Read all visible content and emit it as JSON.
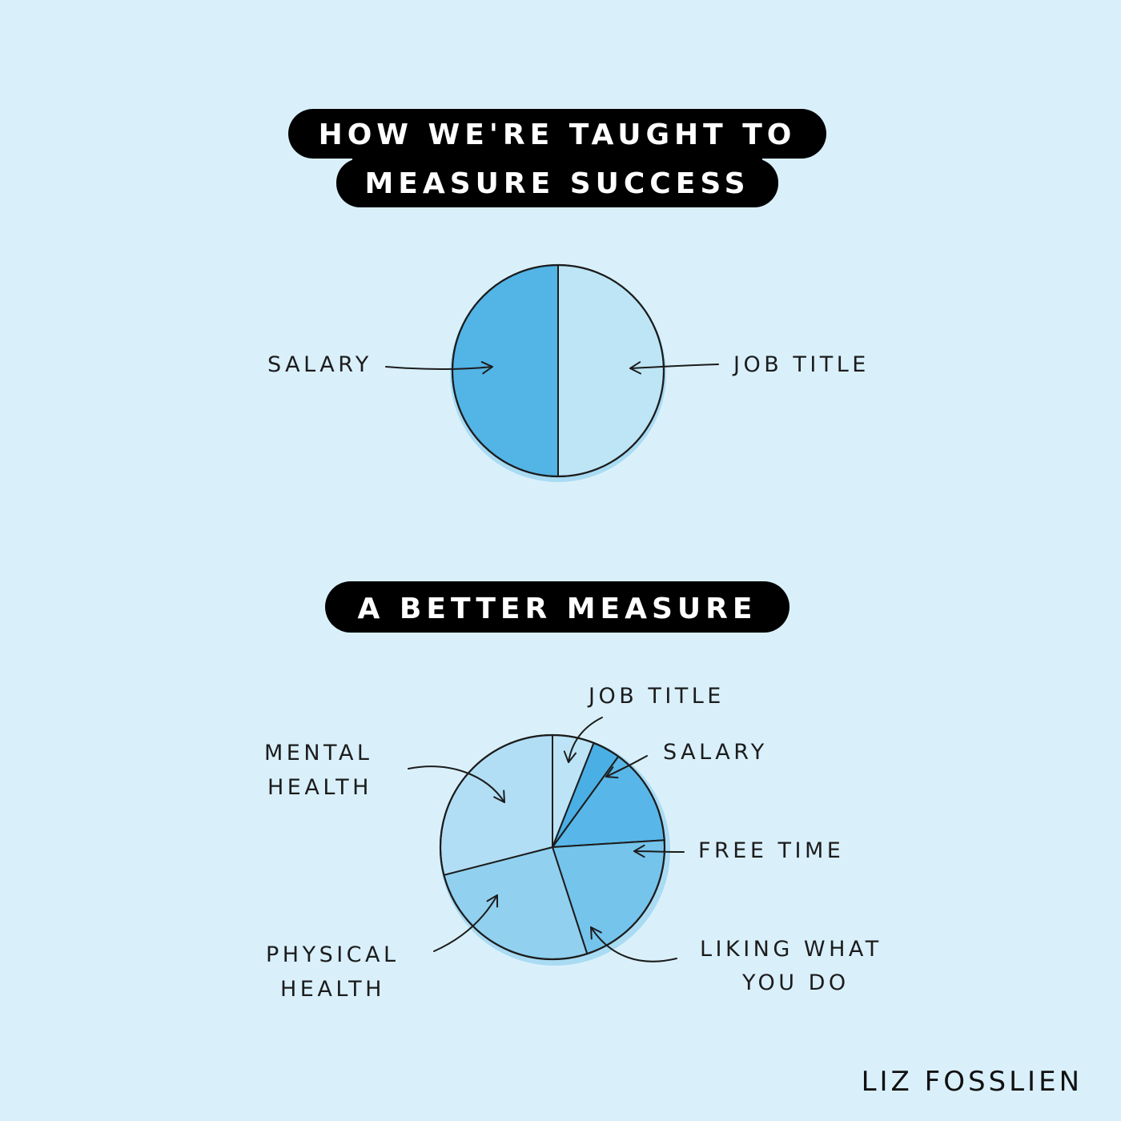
{
  "colors": {
    "background": "#d9f0fb",
    "banner": "#000000",
    "banner_text": "#ffffff",
    "ink": "#1c1c1c",
    "halo": "#a9dbf3"
  },
  "headings": {
    "top_line1": "HOW WE'RE TAUGHT TO",
    "top_line2": "MEASURE SUCCESS",
    "bottom": "A BETTER MEASURE"
  },
  "chart_data": [
    {
      "type": "pie",
      "title": "HOW WE'RE TAUGHT TO MEASURE SUCCESS",
      "slices": [
        {
          "label": "SALARY",
          "value": 50,
          "color": "#53b4e6"
        },
        {
          "label": "JOB TITLE",
          "value": 50,
          "color": "#bde5f6"
        }
      ]
    },
    {
      "type": "pie",
      "title": "A BETTER MEASURE",
      "slices": [
        {
          "label": "JOB TITLE",
          "value": 6,
          "color": "#bce4f6"
        },
        {
          "label": "SALARY",
          "value": 4,
          "color": "#4aafe4"
        },
        {
          "label": "FREE TIME",
          "value": 14,
          "color": "#58b7e8"
        },
        {
          "label": "LIKING WHAT YOU DO",
          "value": 21,
          "color": "#75c4ec"
        },
        {
          "label": "PHYSICAL HEALTH",
          "value": 26,
          "color": "#91d0ef"
        },
        {
          "label": "MENTAL HEALTH",
          "value": 29,
          "color": "#b2def5"
        }
      ]
    }
  ],
  "labels": {
    "top_salary": "SALARY",
    "top_job_title": "JOB TITLE",
    "bottom_job_title": "JOB TITLE",
    "bottom_salary": "SALARY",
    "bottom_free_time": "FREE TIME",
    "bottom_liking_1": "LIKING WHAT",
    "bottom_liking_2": "YOU DO",
    "bottom_physical_1": "PHYSICAL",
    "bottom_physical_2": "HEALTH",
    "bottom_mental_1": "MENTAL",
    "bottom_mental_2": "HEALTH"
  },
  "credit": "LIZ FOSSLIEN"
}
